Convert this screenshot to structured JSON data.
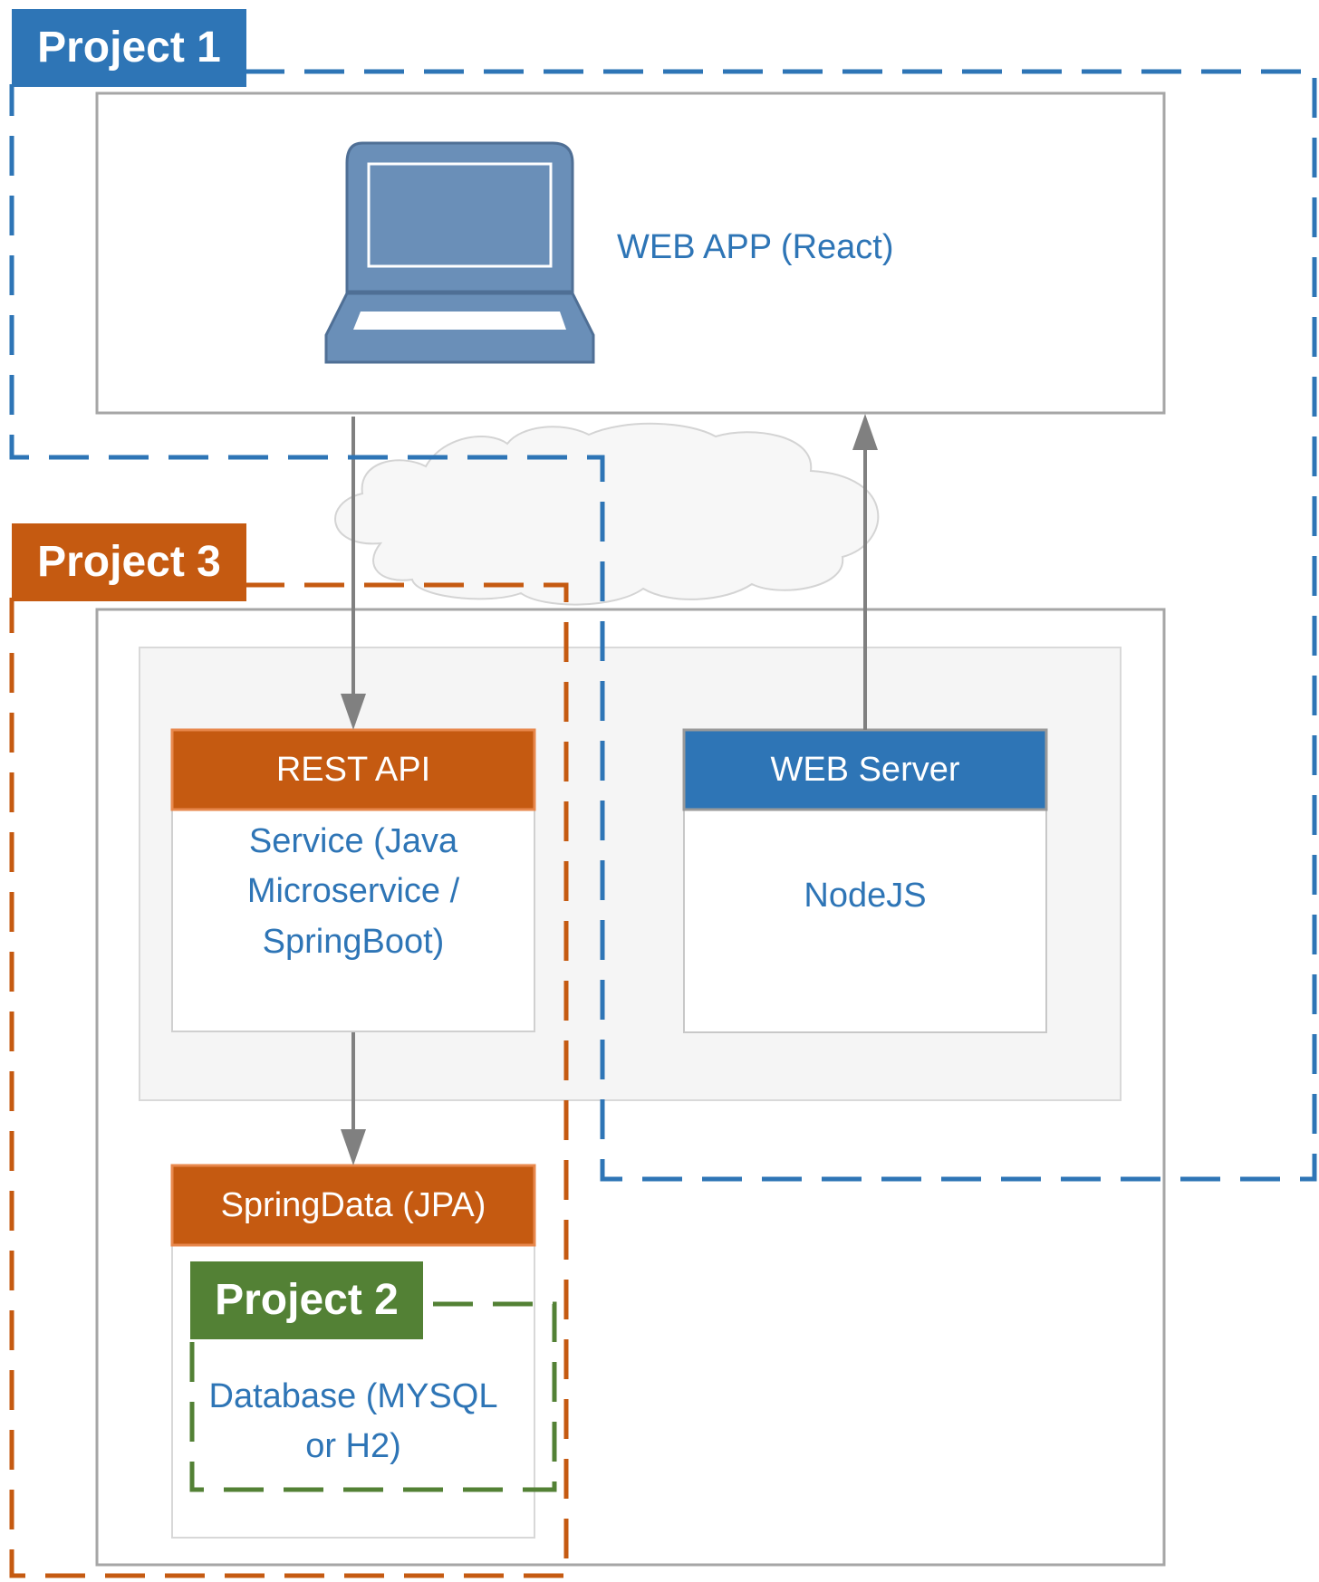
{
  "colors": {
    "blue": "#2e75b6",
    "orange": "#c55a11",
    "green": "#538135",
    "laptop": "#6a8fb8",
    "gray": "#808080",
    "panel": "#f5f5f5"
  },
  "projects": {
    "p1": "Project 1",
    "p2": "Project 2",
    "p3": "Project 3"
  },
  "webapp": {
    "label": "WEB APP (React)",
    "icon": "laptop-icon"
  },
  "rest_api": {
    "header": "REST API",
    "body": "Service (Java Microservice / SpringBoot)"
  },
  "web_server": {
    "header": "WEB Server",
    "body": "NodeJS"
  },
  "spring_data": {
    "header": "SpringData (JPA)"
  },
  "database": {
    "body": "Database (MYSQL or H2)"
  },
  "decor": {
    "cloud_icon": "cloud-icon"
  }
}
